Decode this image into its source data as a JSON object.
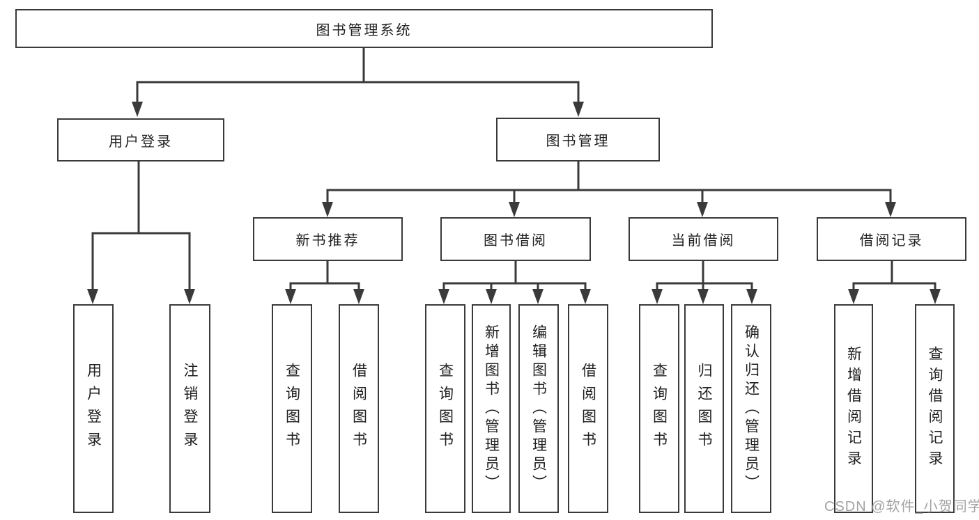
{
  "nodes": {
    "root": "图书管理系统",
    "user_login": "用户登录",
    "book_mgmt": "图书管理",
    "new_books": "新书推荐",
    "book_borrow": "图书借阅",
    "current_borrow": "当前借阅",
    "borrow_records": "借阅记录",
    "leaves": {
      "user_login": [
        "用户登录",
        "注销登录"
      ],
      "new_books": [
        "查询图书",
        "借阅图书"
      ],
      "book_borrow": [
        "查询图书",
        "新增图书（管理员）",
        "编辑图书（管理员）",
        "借阅图书"
      ],
      "current_borrow": [
        "查询图书",
        "归还图书",
        "确认归还（管理员）"
      ],
      "borrow_records": [
        "新增借阅记录",
        "查询借阅记录"
      ]
    }
  },
  "watermark": "CSDN @软件_小贺同学",
  "colors": {
    "line": "#3a3a3a",
    "border": "#3a3a3a",
    "text": "#1f1f1f",
    "watermark": "#a3a3a5",
    "background": "#ffffff"
  }
}
